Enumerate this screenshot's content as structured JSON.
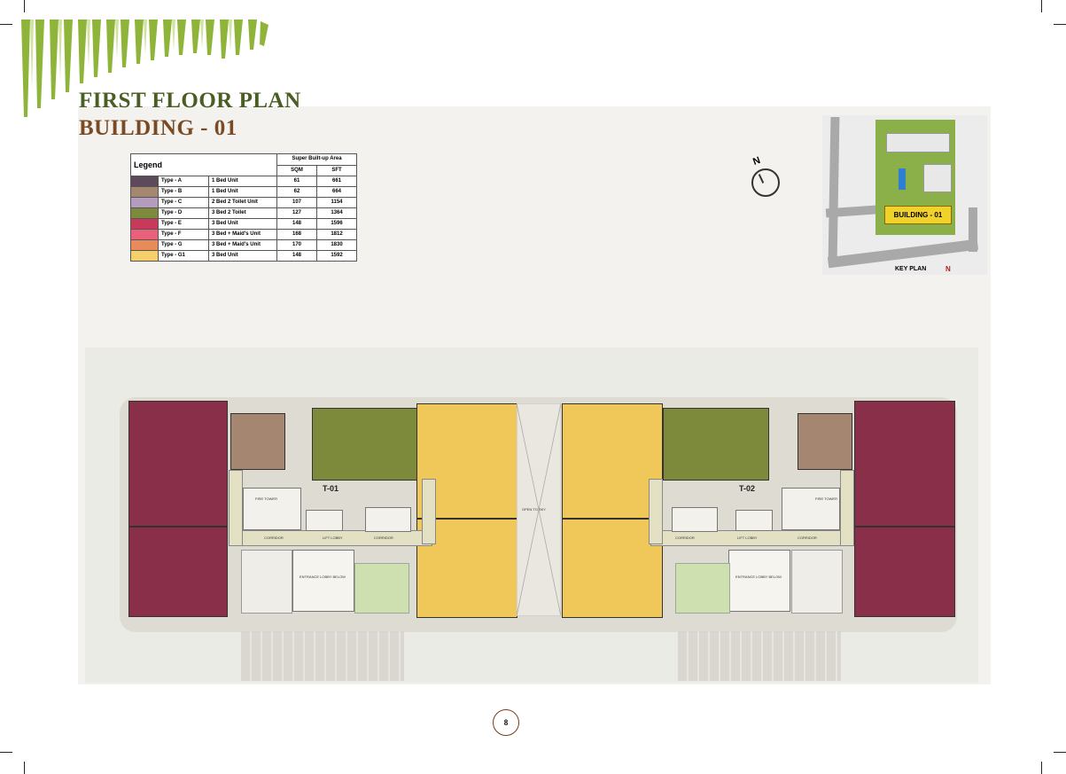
{
  "header": {
    "title": "FIRST FLOOR PLAN",
    "subtitle": "BUILDING - 01"
  },
  "legend": {
    "title": "Legend",
    "area_header": "Super Built-up Area",
    "col_sqm": "SQM",
    "col_sft": "SFT",
    "rows": [
      {
        "type": "Type - A",
        "desc": "1 Bed Unit",
        "sqm": "61",
        "sft": "661",
        "color": "#5c4a5a"
      },
      {
        "type": "Type - B",
        "desc": "1 Bed Unit",
        "sqm": "62",
        "sft": "664",
        "color": "#a58670"
      },
      {
        "type": "Type - C",
        "desc": "2 Bed 2 Toilet Unit",
        "sqm": "107",
        "sft": "1154",
        "color": "#b49dbc"
      },
      {
        "type": "Type - D",
        "desc": "3 Bed 2 Toilet",
        "sqm": "127",
        "sft": "1364",
        "color": "#7d8a3c"
      },
      {
        "type": "Type - E",
        "desc": "3 Bed Unit",
        "sqm": "148",
        "sft": "1596",
        "color": "#c83a5a"
      },
      {
        "type": "Type - F",
        "desc": "3 Bed + Maid's Unit",
        "sqm": "168",
        "sft": "1812",
        "color": "#e8607a"
      },
      {
        "type": "Type - G",
        "desc": "3 Bed + Maid's Unit",
        "sqm": "170",
        "sft": "1830",
        "color": "#e88a5a"
      },
      {
        "type": "Type - G1",
        "desc": "3 Bed Unit",
        "sqm": "148",
        "sft": "1592",
        "color": "#f4cf6a"
      }
    ]
  },
  "compass": {
    "label": "N"
  },
  "keyplan": {
    "building_label": "BUILDING - 01",
    "caption": "KEY PLAN",
    "north": "N"
  },
  "plan": {
    "tower1": "T-01",
    "tower2": "T-02",
    "open_to_sky": "OPEN TO SKY",
    "corridor": "CORRIDOR",
    "lift_lobby": "LIFT LOBBY",
    "entrance": "ENTRANCE LOBBY BELOW",
    "fire_tower": "FIRE TOWER"
  },
  "footer": {
    "page_number": "8"
  }
}
